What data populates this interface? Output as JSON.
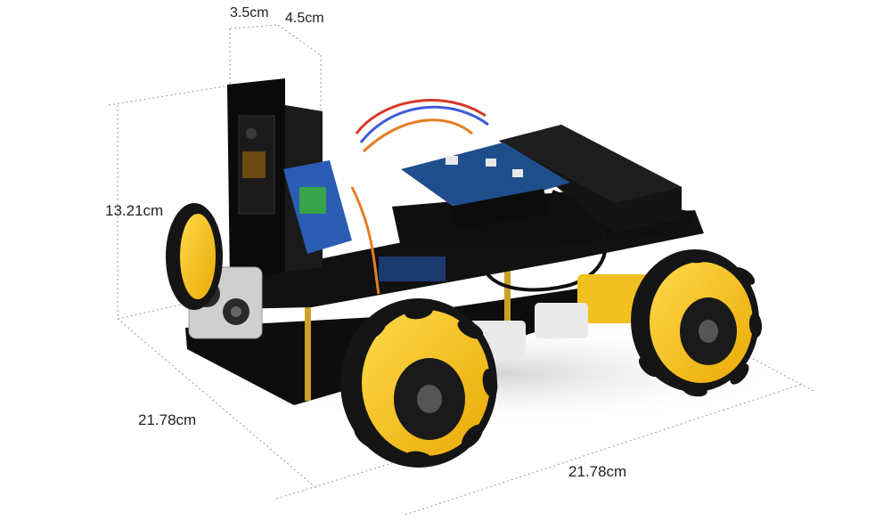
{
  "dimensions": {
    "top_depth_left": "3.5cm",
    "top_depth_right": "4.5cm",
    "height": "13.21cm",
    "depth": "21.78cm",
    "length": "21.78cm"
  },
  "colors": {
    "wheel_yellow": "#f5c518",
    "rubber_black": "#151515",
    "chassis_black": "#0d0d0d",
    "board_blue": "#1f4e8c",
    "dimension_line": "#9a9a9a"
  }
}
